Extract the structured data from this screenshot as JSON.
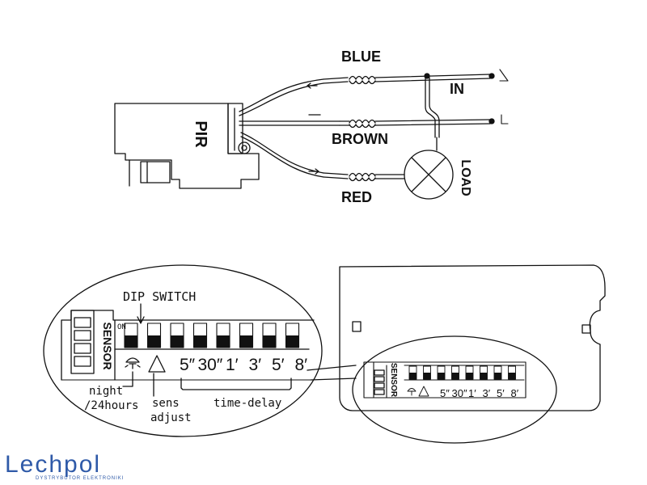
{
  "wiring": {
    "pir_label": "PIR",
    "wire_blue": "BLUE",
    "wire_brown": "BROWN",
    "wire_red": "RED",
    "in_label": "IN",
    "neutral_label": "N",
    "line_label": "L",
    "load_label": "LOAD"
  },
  "dip_panel": {
    "title": "DIP SWITCH",
    "on_label": "ON",
    "sensor_label": "SENSOR",
    "switch_labels": [
      "5″",
      "30″",
      "1′",
      "3′",
      "5′",
      "8′"
    ],
    "night_label_1": "night",
    "night_label_2": "/24hours",
    "sens_label_1": "sens",
    "sens_label_2": "adjust",
    "time_delay_label": "time-delay"
  },
  "mini_panel": {
    "sensor_label": "SENSOR",
    "switch_labels": [
      "5″",
      "30″",
      "1′",
      "3′",
      "5′",
      "8′"
    ]
  },
  "logo": {
    "name": "Lechpol",
    "tagline": "DYSTRYBUTOR ELEKTRONIKI",
    "color": "#2f5aa8"
  },
  "colors": {
    "ink": "#111111",
    "brand": "#2f5aa8"
  }
}
